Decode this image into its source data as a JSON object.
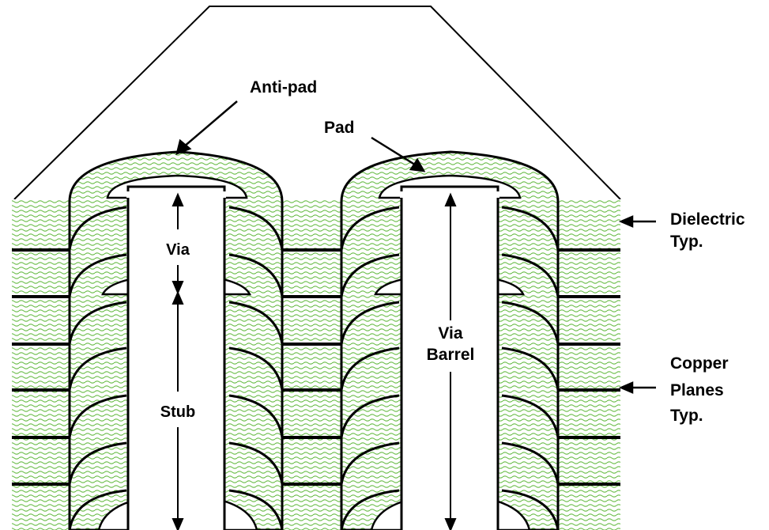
{
  "labels": {
    "anti_pad": "Anti-pad",
    "pad": "Pad",
    "via": "Via",
    "stub": "Stub",
    "via_barrel_line1": "Via",
    "via_barrel_line2": "Barrel",
    "dielectric_line1": "Dielectric",
    "dielectric_line2": "Typ.",
    "copper_line1": "Copper",
    "copper_line2": "Planes",
    "copper_line3": "Typ."
  },
  "colors": {
    "dielectric_wave": "#66bb44",
    "dielectric_bg": "#ffffff",
    "copper_line": "#000000",
    "barrel_fill": "#ffffff",
    "outline": "#000000"
  }
}
